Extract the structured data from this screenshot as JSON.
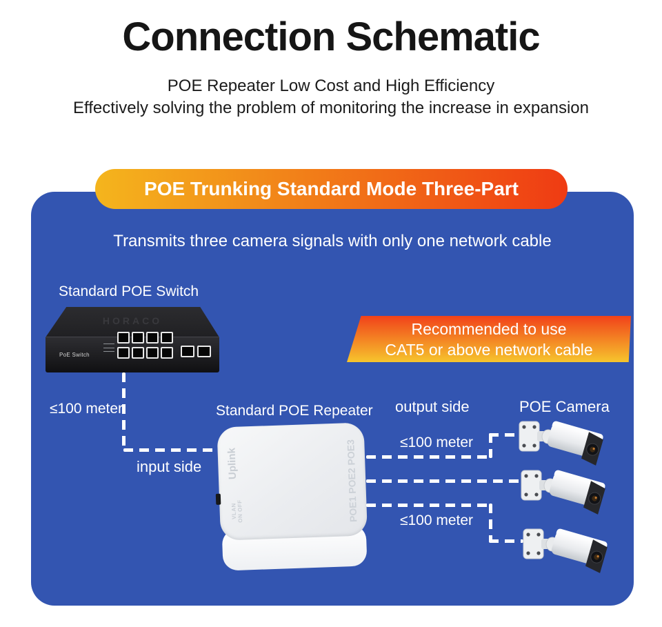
{
  "header": {
    "title": "Connection Schematic",
    "subtitle1": "POE Repeater Low Cost and High Efficiency",
    "subtitle2": "Effectively solving the problem of monitoring the increase in expansion"
  },
  "panel": {
    "mode_banner": "POE Trunking Standard Mode Three-Part",
    "description": "Transmits three camera signals with only one network cable",
    "recommendation": {
      "line1": "Recommended to use",
      "line2": "CAT5 or above network cable"
    },
    "labels": {
      "switch": "Standard POE Switch",
      "repeater": "Standard POE Repeater",
      "input_side": "input side",
      "output_side": "output side",
      "camera": "POE Camera",
      "distance_input": "≤100 meter",
      "distance_output_top": "≤100 meter",
      "distance_output_bottom": "≤100 meter"
    }
  },
  "devices": {
    "switch": {
      "brand": "HORACO",
      "front_label": "PoE Switch"
    },
    "repeater": {
      "port_left_primary": "Uplink",
      "port_left_secondary": "VLAN\nON OFF",
      "ports_right": "POE1 POE2 POE3"
    }
  },
  "colors": {
    "panel_blue": "#3355b1",
    "pill_grad_start": "#f4b51d",
    "pill_grad_end": "#ef3b13",
    "banner_grad_top": "#f1411a",
    "banner_grad_bottom": "#f6c52d",
    "text_light": "#ffffff",
    "text_dark": "#161616"
  }
}
